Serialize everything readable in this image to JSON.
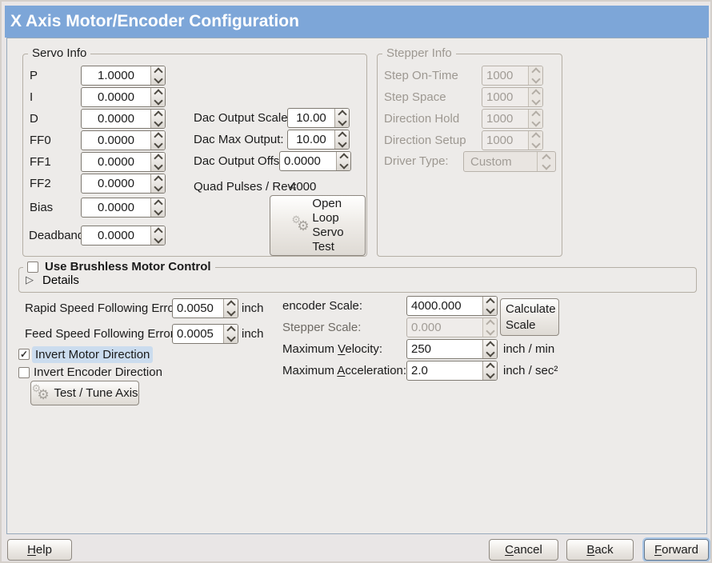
{
  "window": {
    "title": "X Axis Motor/Encoder Configuration"
  },
  "colors": {
    "titlebar": "#7da6d8",
    "selection_highlight": "#cbdcee",
    "panel_bg": "#edebe9",
    "focus_ring": "#a9c6e6"
  },
  "icons": {
    "gear": "⚙",
    "expander": "▷",
    "check": "✓"
  },
  "servo": {
    "title": "Servo Info",
    "fields": [
      {
        "label": "P",
        "value": "1.0000"
      },
      {
        "label": "I",
        "value": "0.0000"
      },
      {
        "label": "D",
        "value": "0.0000"
      },
      {
        "label": "FF0",
        "value": "0.0000"
      },
      {
        "label": "FF1",
        "value": "0.0000"
      },
      {
        "label": "FF2",
        "value": "0.0000"
      },
      {
        "label": "Bias",
        "value": "0.0000"
      },
      {
        "label": "Deadband",
        "value": "0.0000"
      }
    ],
    "dac": [
      {
        "label": "Dac Output Scale:",
        "value": "10.00"
      },
      {
        "label": "Dac Max Output:",
        "value": "10.00"
      },
      {
        "label": "Dac Output Offset:",
        "value": "0.0000"
      }
    ],
    "quad_label": "Quad Pulses / Rev:",
    "quad_value": "4000",
    "open_loop_lines": [
      "Open",
      "Loop",
      "Servo",
      "Test"
    ]
  },
  "stepper": {
    "title": "Stepper Info",
    "fields": [
      {
        "label": "Step On-Time",
        "value": "1000"
      },
      {
        "label": "Step Space",
        "value": "1000"
      },
      {
        "label": "Direction Hold",
        "value": "1000"
      },
      {
        "label": "Direction Setup",
        "value": "1000"
      }
    ],
    "driver_label": "Driver Type:",
    "driver_value": "Custom"
  },
  "brushless": {
    "label": "Use Brushless Motor Control",
    "details": "Details"
  },
  "follow": [
    {
      "label": "Rapid Speed Following Error:",
      "value": "0.0050",
      "unit": "inch"
    },
    {
      "label": "Feed Speed Following Error:",
      "value": "0.0005",
      "unit": "inch"
    }
  ],
  "invert": {
    "motor": "Invert Motor Direction",
    "encoder": "Invert Encoder Direction"
  },
  "test_tune": "Test / Tune Axis",
  "scale": {
    "encoder_label": "encoder Scale:",
    "encoder_value": "4000.000",
    "calc_lines": [
      "Calculate",
      "Scale"
    ],
    "stepper_label": "Stepper Scale:",
    "stepper_value": "0.000",
    "velocity": {
      "pre": "Maximum ",
      "mn": "V",
      "post": "elocity:",
      "value": "250",
      "unit": "inch / min"
    },
    "accel": {
      "pre": "Maximum ",
      "mn": "A",
      "post": "cceleration:",
      "value": "2.0",
      "unit": "inch / sec²"
    }
  },
  "footer": {
    "help": {
      "mn": "H",
      "rest": "elp"
    },
    "cancel": {
      "mn": "C",
      "rest": "ancel"
    },
    "back": {
      "mn": "B",
      "rest": "ack"
    },
    "forward": {
      "mn": "F",
      "rest": "orward"
    }
  }
}
